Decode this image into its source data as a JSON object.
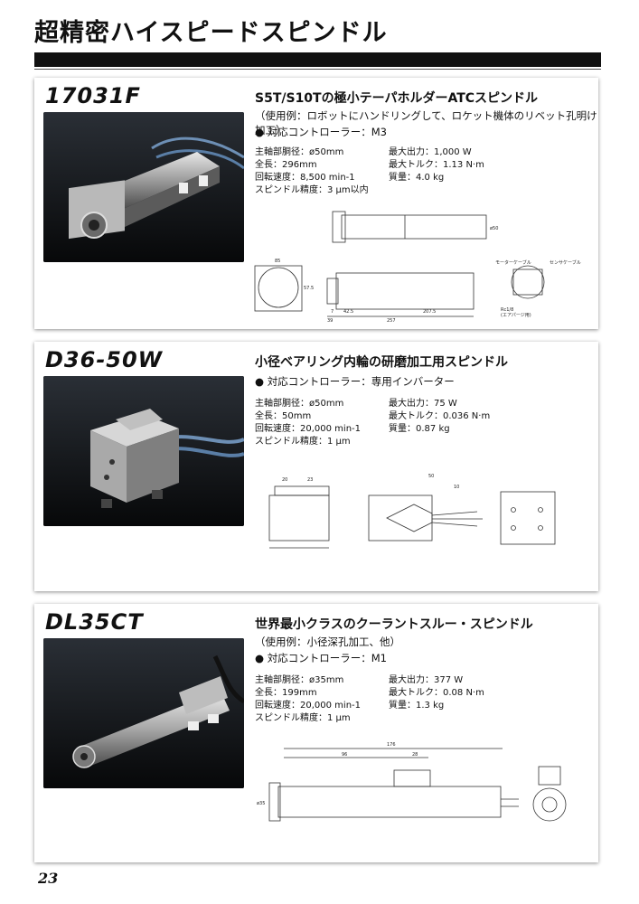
{
  "page": {
    "title": "超精密ハイスピードスピンドル",
    "number": "23"
  },
  "products": [
    {
      "model": "17031F",
      "headline": "S5T/S10Tの極小テーパホルダーATCスピンドル",
      "usage": "（使用例：ロボットにハンドリングして、ロケット機体のリベット孔明け加工）",
      "controller": "● 対応コントローラー：M3",
      "specs_left": [
        "主軸部胴径：ø50mm",
        "全長：296mm",
        "回転速度：8,500 min-1",
        "スピンドル精度：3 μm以内"
      ],
      "specs_right": [
        "最大出力：1,000 W",
        "最大トルク：1.13 N·m",
        "質量：4.0 kg"
      ],
      "dims": [
        "85",
        "57.5",
        "ø50",
        "7",
        "42.5",
        "207.5",
        "39",
        "257",
        "モーターケーブル",
        "センサケーブル",
        "Rc1/8",
        "(エアパージ用)"
      ]
    },
    {
      "model": "D36-50W",
      "headline": "小径ベアリング内輪の研磨加工用スピンドル",
      "controller": "● 対応コントローラー：専用インバーター",
      "specs_left": [
        "主軸部胴径：ø50mm",
        "全長：50mm",
        "回転速度：20,000 min-1",
        "スピンドル精度：1 μm"
      ],
      "specs_right": [
        "最大出力：75 W",
        "最大トルク：0.036 N·m",
        "質量：0.87 kg"
      ],
      "dims": [
        "20",
        "23",
        "50",
        "10"
      ]
    },
    {
      "model": "DL35CT",
      "headline": "世界最小クラスのクーラントスルー・スピンドル",
      "usage": "（使用例：小径深孔加工、他）",
      "controller": "● 対応コントローラー：M1",
      "specs_left": [
        "主軸部胴径：ø35mm",
        "全長：199mm",
        "回転速度：20,000 min-1",
        "スピンドル精度：1 μm"
      ],
      "specs_right": [
        "最大出力：377 W",
        "最大トルク：0.08 N·m",
        "質量：1.3 kg"
      ],
      "dims": [
        "176",
        "96",
        "28",
        "ø35"
      ]
    }
  ]
}
